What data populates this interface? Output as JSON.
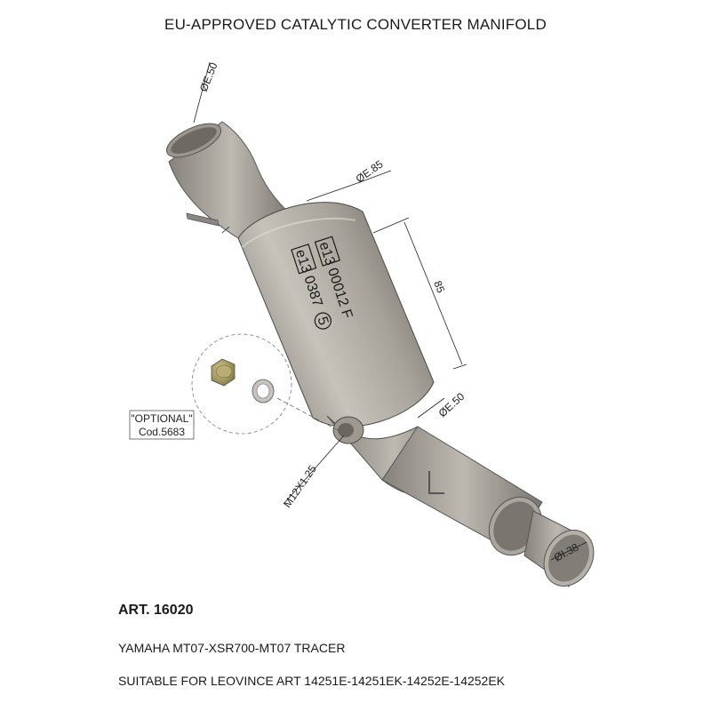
{
  "title": "EU-APPROVED CATALYTIC CONVERTER MANIFOLD",
  "dimensions": {
    "inlet_diameter": "ØE.50",
    "body_diameter": "ØE.85",
    "body_length": "85",
    "outlet_diameter": "ØE.50",
    "thread": "M12X1.25",
    "tail_diameter": "ØI.38"
  },
  "markings": {
    "approval_prefix_1": "e13",
    "approval_code_1": "00012 F",
    "approval_prefix_2": "e13",
    "approval_code_2": "0387",
    "circle_number": "5"
  },
  "optional": {
    "label": "\"OPTIONAL\"",
    "code": "Cod.5683"
  },
  "info": {
    "article": "ART. 16020",
    "model": "YAMAHA MT07-XSR700-MT07 TRACER",
    "suitable": "SUITABLE FOR LEOVINCE ART 14251E-14251EK-14252E-14252EK"
  },
  "colors": {
    "metal_light": "#c9c5bd",
    "metal_mid": "#a19d95",
    "metal_dark": "#6f6b64",
    "plug_gold": "#a89a5a",
    "line": "#222222"
  }
}
